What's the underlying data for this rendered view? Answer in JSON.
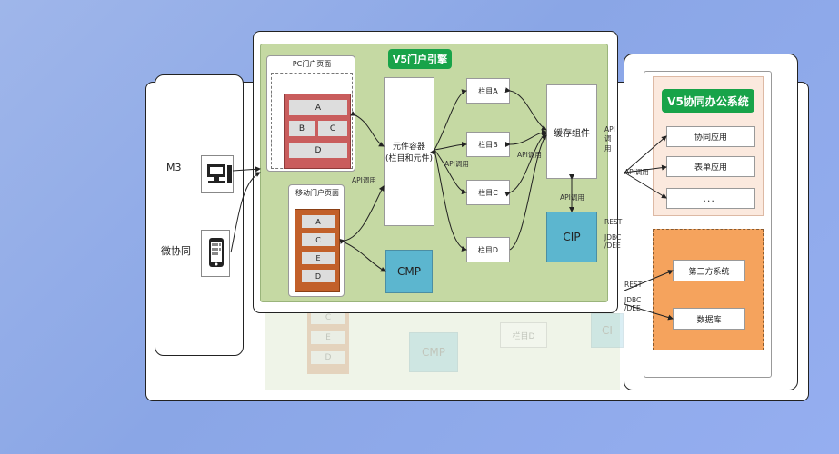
{
  "client": {
    "m3_label": "M3",
    "wechat_label": "微协同",
    "pc_icon": "desktop-computer-icon",
    "mobile_icon": "mobile-phone-icon"
  },
  "engine": {
    "title": "V5门户引擎",
    "pc_page": {
      "title": "PC门户页面",
      "cells": [
        "A",
        "B",
        "C",
        "D"
      ]
    },
    "mobile_page": {
      "title": "移动门户页面",
      "cells": [
        "A",
        "C",
        "E",
        "D"
      ]
    },
    "container": "元件容器\n(栏目和元件)",
    "columns": [
      "栏目A",
      "栏目B",
      "栏目C",
      "栏目D"
    ],
    "cache": "缓存组件",
    "cmp": "CMP",
    "cip": "CIP",
    "labels": {
      "api_call": "API调用",
      "rest": "REST",
      "jdbc_dee": "JDBC\n/DEE"
    }
  },
  "v5": {
    "title": "V5协同办公系统",
    "apps": [
      "协同应用",
      "表单应用",
      "．．．"
    ],
    "third_party": "第三方系统",
    "database": "数据库",
    "labels": {
      "api_call": "API调用",
      "rest": "REST",
      "jdbc_dee": "JDBC\n/DEE"
    }
  },
  "ghost": {
    "cells": [
      "C",
      "E",
      "D"
    ],
    "column": "栏目D",
    "cmp": "CMP",
    "cip": "CI"
  },
  "colors": {
    "engine_bg": "#c5d9a3",
    "pc_grid": "#c95d5d",
    "mobile_grid": "#c2602a",
    "v5_top": "#fbe9de",
    "v5_bottom": "#f5a35d",
    "teal": "#5cb6cf",
    "badge": "#18a349"
  }
}
